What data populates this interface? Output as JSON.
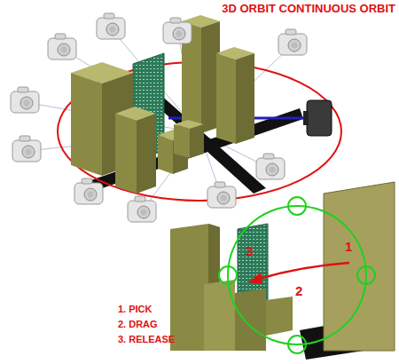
{
  "diagram": {
    "title": "3D ORBIT CONTINUOUS ORBIT",
    "labels": [
      "1",
      "2",
      "3",
      "1. PICK",
      "2. DRAG",
      "3. RELEASE"
    ]
  }
}
